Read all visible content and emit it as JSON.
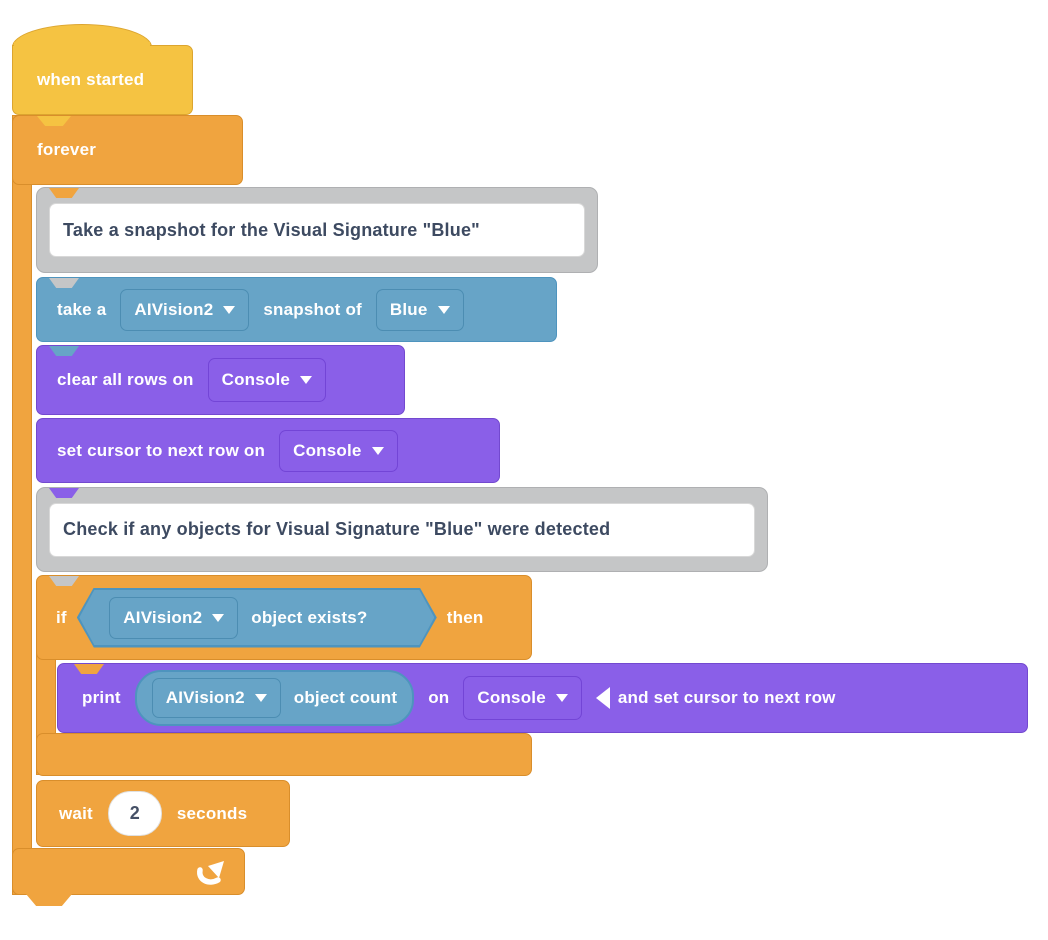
{
  "palette": {
    "events_yellow": "#F5C342",
    "control_orange": "#F0A43F",
    "sensing_blue": "#67A4C7",
    "console_purple": "#8A5FE8",
    "comment_gray": "#C5C6C7",
    "comment_text": "#3D4A61",
    "input_text": "#455066"
  },
  "script": {
    "when_started": {
      "label": "when started"
    },
    "forever": {
      "label": "forever"
    },
    "comment_snapshot": {
      "text": "Take a snapshot for the Visual Signature \"Blue\""
    },
    "take_snapshot": {
      "text_before": "take a",
      "camera": "AIVision2",
      "text_middle": "snapshot of",
      "signature": "Blue"
    },
    "clear_rows": {
      "label": "clear all rows on",
      "target": "Console"
    },
    "set_cursor": {
      "label": "set cursor to next row on",
      "target": "Console"
    },
    "comment_check": {
      "text": "Check if any objects for Visual Signature \"Blue\" were detected"
    },
    "if_block": {
      "keyword": "if",
      "camera": "AIVision2",
      "condition": "object exists?",
      "then": "then"
    },
    "print_block": {
      "keyword": "print",
      "camera": "AIVision2",
      "reporter": "object count",
      "on": "on",
      "target": "Console",
      "suffix": "and set cursor to next row"
    },
    "wait_block": {
      "keyword": "wait",
      "value": "2",
      "unit": "seconds"
    }
  }
}
